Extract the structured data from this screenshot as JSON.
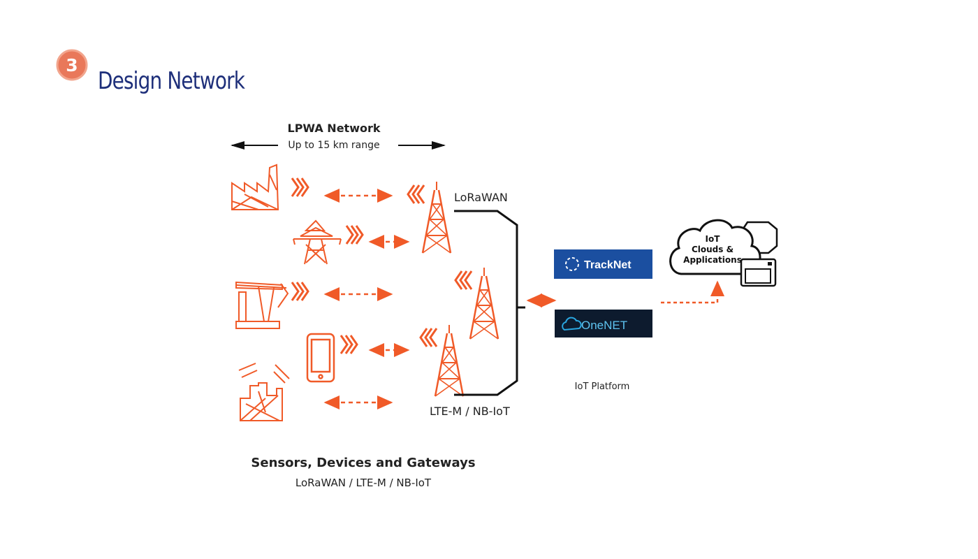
{
  "step": {
    "number": "3"
  },
  "title": "Design Network",
  "network": {
    "label": "LPWA Network",
    "range": "Up to 15 km range",
    "lorawan": "LoRaWAN",
    "cellular": "LTE-M / NB-IoT"
  },
  "platform": {
    "tracknet": "TrackNet",
    "onenet": "OneNET",
    "label": "IoT Platform"
  },
  "cloud": {
    "line1": "IoT",
    "line2": "Clouds &",
    "line3": "Applications"
  },
  "footer": {
    "title": "Sensors, Devices and Gateways",
    "subtitle": "LoRaWAN / LTE-M / NB-IoT"
  },
  "colors": {
    "accent": "#f05a28",
    "title": "#1e2f7a",
    "badge": "#e9785a",
    "tracknet_bg": "#1b4fa0",
    "onenet_bg": "#0d1b2e"
  }
}
